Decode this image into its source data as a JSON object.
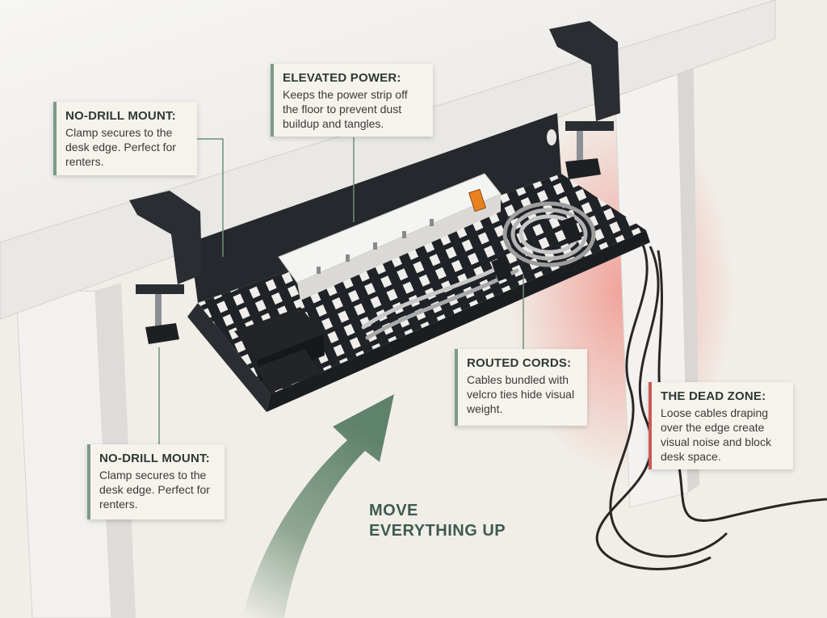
{
  "callouts": {
    "mount_top": {
      "title": "NO-DRILL MOUNT:",
      "body": "Clamp secures to the desk edge. Perfect for renters."
    },
    "elevated_power": {
      "title": "ELEVATED POWER:",
      "body": "Keeps the power strip off the floor to prevent dust buildup and tangles."
    },
    "routed_cords": {
      "title": "ROUTED CORDS:",
      "body": "Cables bundled with velcro ties hide visual weight."
    },
    "dead_zone": {
      "title": "THE DEAD ZONE:",
      "body": "Loose cables draping over the edge create visual noise and block desk space."
    },
    "mount_bottom": {
      "title": "NO-DRILL MOUNT:",
      "body": "Clamp secures to the desk edge. Perfect for renters."
    }
  },
  "headline": {
    "line1": "MOVE",
    "line2": "EVERYTHING UP"
  },
  "colors": {
    "accent_green": "#7e9a86",
    "arrow_green": "#6f8f78",
    "dead_zone_red": "#c95a55",
    "tray_black": "#1f2226",
    "desk_white": "#f4f2ef"
  }
}
